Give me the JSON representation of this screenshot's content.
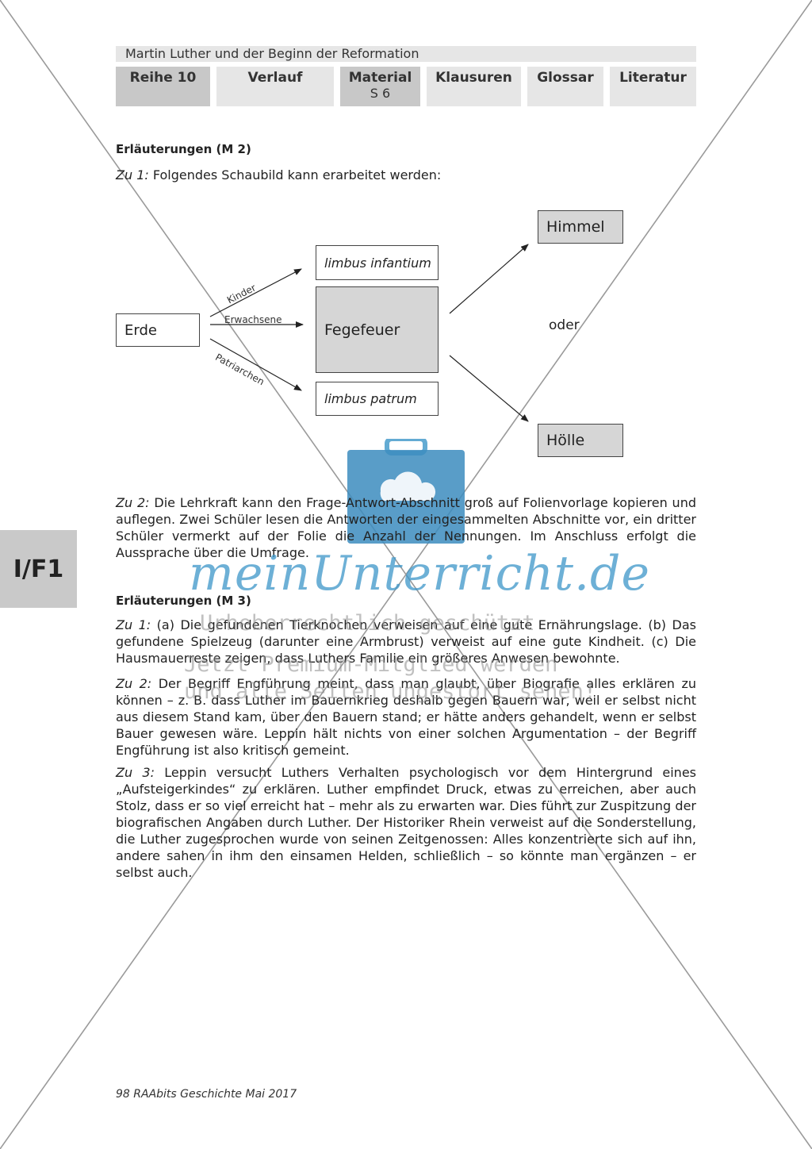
{
  "header": {
    "series_title": "Martin Luther und der Beginn der Reformation",
    "tabs": [
      {
        "label": "Reihe 10",
        "sub": ""
      },
      {
        "label": "Verlauf",
        "sub": ""
      },
      {
        "label": "Material",
        "sub": "S 6"
      },
      {
        "label": "Klausuren",
        "sub": ""
      },
      {
        "label": "Glossar",
        "sub": ""
      },
      {
        "label": "Literatur",
        "sub": ""
      }
    ]
  },
  "side_tab": "I/F1",
  "section1": {
    "heading": "Erläuterungen (M 2)",
    "intro_label": "Zu 1:",
    "intro_text": "Folgendes Schaubild kann erarbeitet werden:",
    "diagram": {
      "erde": "Erde",
      "limbus_infantium": "limbus infantium",
      "fegefeuer": "Fegefeuer",
      "limbus_patrum": "limbus patrum",
      "himmel": "Himmel",
      "hoelle": "Hölle",
      "oder": "oder",
      "edge_kinder": "Kinder",
      "edge_erwachsene": "Erwachsene",
      "edge_patriarchen": "Patriarchen"
    },
    "zu2_label": "Zu 2:",
    "zu2_text": "Die Lehrkraft kann den Frage-Antwort-Abschnitt groß auf Folienvorlage kopieren und auflegen. Zwei Schüler lesen die Antworten der eingesammelten Abschnitte vor, ein dritter Schüler vermerkt auf der Folie die Anzahl der Nennungen. Im Anschluss erfolgt die Aussprache über die Umfrage."
  },
  "section2": {
    "heading": "Erläuterungen (M 3)",
    "zu1_label": "Zu 1:",
    "zu1_text": "(a) Die gefundenen Tierknochen verweisen auf eine gute Ernährungslage. (b) Das gefundene Spielzeug (darunter eine Armbrust) verweist auf eine gute Kindheit. (c) Die Hausmauerreste zeigen, dass Luthers Familie ein größeres Anwesen bewohnte.",
    "zu2_label": "Zu 2:",
    "zu2_text": "Der Begriff Engführung meint, dass man glaubt, über Biografie alles erklären zu können – z. B. dass Luther im Bauernkrieg deshalb gegen Bauern war, weil er selbst nicht aus diesem Stand kam, über den Bauern stand; er hätte anders gehandelt, wenn er selbst Bauer gewesen wäre. Leppin hält nichts von einer solchen Argumentation – der Begriff Engführung ist also kritisch gemeint.",
    "zu3_label": "Zu 3:",
    "zu3_text": "Leppin versucht Luthers Verhalten psychologisch vor dem Hintergrund eines „Aufsteigerkindes“ zu erklären. Luther empfindet Druck, etwas zu erreichen, aber auch Stolz, dass er so viel erreicht hat – mehr als zu erwarten war. Dies führt zur Zuspitzung der biografischen Angaben durch Luther. Der Historiker Rhein verweist auf die Sonderstellung, die Luther zugesprochen wurde von seinen Zeitgenossen: Alles konzentrierte sich auf ihn, andere sahen in ihm den einsamen Helden, schließlich – so könnte man ergänzen – er selbst auch."
  },
  "watermark": {
    "brand": "meinUnterricht.de",
    "line1": "Urheberrechtlich geschützt",
    "line2": "Jetzt Premium-Mitglied werden",
    "line3": "und alle Seiten ungestört sehen!"
  },
  "footer": "98 RAAbits Geschichte Mai 2017"
}
